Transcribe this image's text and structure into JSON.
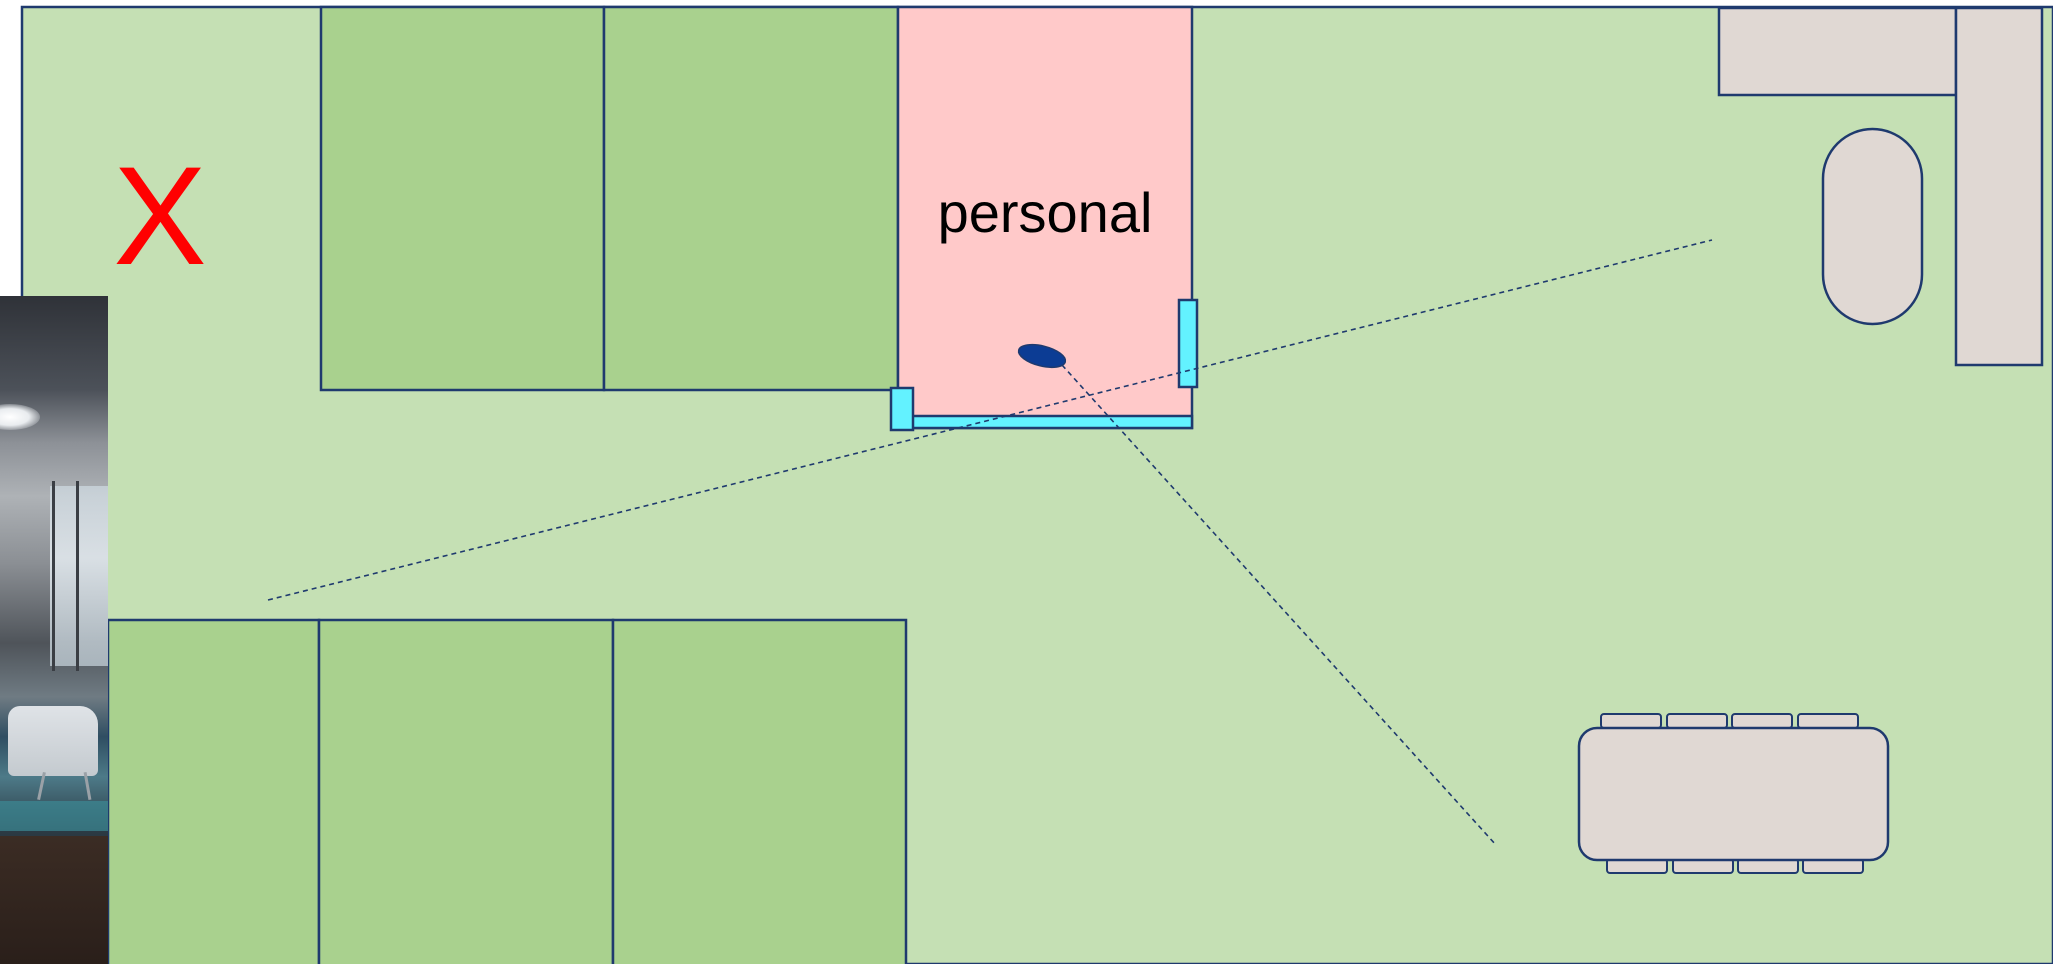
{
  "diagram": {
    "title": "",
    "room_label": "personal",
    "marker_label": "X",
    "colors": {
      "floor": "#c5e0b4",
      "desk_block": "#a9d18e",
      "personal_room": "#ffc9c9",
      "furniture": "#e0d8d3",
      "outline": "#1f3a6e",
      "sensor": "#63f2ff",
      "camera": "#0c3c94",
      "marker": "#ff0000",
      "label_text": "#000000"
    },
    "elements": [
      {
        "name": "desk-block-top-1",
        "kind": "desk-block"
      },
      {
        "name": "desk-block-top-2",
        "kind": "desk-block"
      },
      {
        "name": "desk-block-bottom-1",
        "kind": "desk-block"
      },
      {
        "name": "desk-block-bottom-2",
        "kind": "desk-block"
      },
      {
        "name": "desk-block-bottom-3",
        "kind": "desk-block"
      },
      {
        "name": "personal-room",
        "kind": "room"
      },
      {
        "name": "corner-counter",
        "kind": "furniture"
      },
      {
        "name": "round-table",
        "kind": "furniture"
      },
      {
        "name": "meeting-table",
        "kind": "furniture"
      },
      {
        "name": "camera",
        "kind": "device"
      },
      {
        "name": "door-sensor",
        "kind": "sensor"
      },
      {
        "name": "photo-inset",
        "kind": "image"
      }
    ]
  }
}
